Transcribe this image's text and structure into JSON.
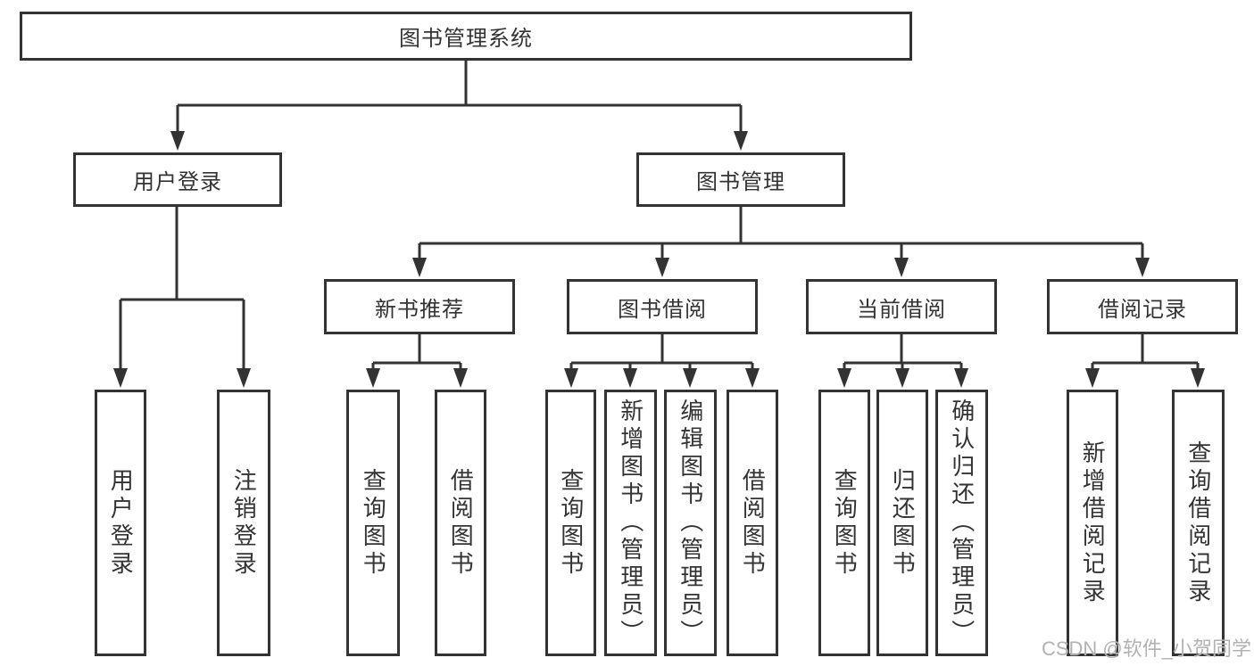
{
  "diagram": {
    "type": "hierarchy-tree",
    "title": "图书管理系统"
  },
  "colors": {
    "line": "#333333",
    "text": "#333333",
    "background": "#ffffff",
    "watermark": "#b2b2b2"
  },
  "nodes": {
    "root": {
      "label": "图书管理系统"
    },
    "user_login": {
      "label": "用户登录"
    },
    "book_mgmt": {
      "label": "图书管理"
    },
    "new_book_rec": {
      "label": "新书推荐"
    },
    "book_borrow": {
      "label": "图书借阅"
    },
    "current_borrow": {
      "label": "当前借阅"
    },
    "borrow_records": {
      "label": "借阅记录"
    },
    "leaf_user_login": {
      "label": "用户登录",
      "parent": "用户登录"
    },
    "leaf_logout": {
      "label": "注销登录",
      "parent": "用户登录"
    },
    "leaf_rec_query": {
      "label": "查询图书",
      "parent": "新书推荐"
    },
    "leaf_rec_borrow": {
      "label": "借阅图书",
      "parent": "新书推荐"
    },
    "leaf_bb_query": {
      "label": "查询图书",
      "parent": "图书借阅"
    },
    "leaf_bb_add": {
      "label": "新增图书（管理员）",
      "parent": "图书借阅"
    },
    "leaf_bb_edit": {
      "label": "编辑图书（管理员）",
      "parent": "图书借阅"
    },
    "leaf_bb_borrow": {
      "label": "借阅图书",
      "parent": "图书借阅"
    },
    "leaf_cb_query": {
      "label": "查询图书",
      "parent": "当前借阅"
    },
    "leaf_cb_return": {
      "label": "归还图书",
      "parent": "当前借阅"
    },
    "leaf_cb_confirm": {
      "label": "确认归还（管理员）",
      "parent": "当前借阅"
    },
    "leaf_br_add": {
      "label": "新增借阅记录",
      "parent": "借阅记录"
    },
    "leaf_br_query": {
      "label": "查询借阅记录",
      "parent": "借阅记录"
    }
  },
  "watermark": {
    "text": "CSDN @软件_小贺同学"
  }
}
